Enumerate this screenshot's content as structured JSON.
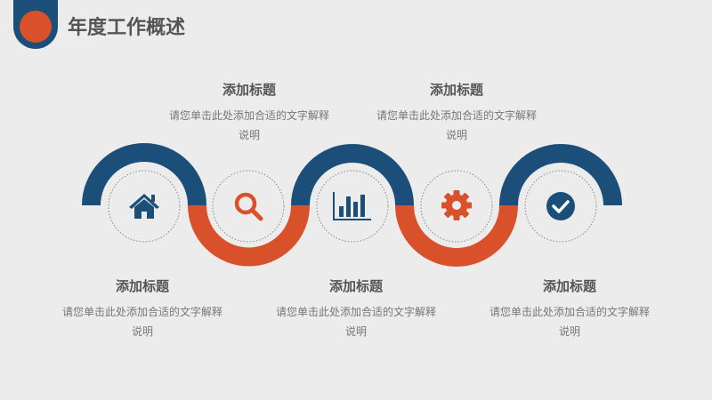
{
  "header": {
    "title": "年度工作概述"
  },
  "colors": {
    "blue": "#1c4e7a",
    "orange": "#d9512a",
    "background": "#ececec"
  },
  "steps": [
    {
      "icon": "home-icon",
      "title": "添加标题",
      "desc": "请您单击此处添加合适的文字解释说明"
    },
    {
      "icon": "search-icon",
      "title": "添加标题",
      "desc": "请您单击此处添加合适的文字解释说明"
    },
    {
      "icon": "bar-chart-icon",
      "title": "添加标题",
      "desc": "请您单击此处添加合适的文字解释说明"
    },
    {
      "icon": "gear-icon",
      "title": "添加标题",
      "desc": "请您单击此处添加合适的文字解释说明"
    },
    {
      "icon": "check-circle-icon",
      "title": "添加标题",
      "desc": "请您单击此处添加合适的文字解释说明"
    }
  ]
}
